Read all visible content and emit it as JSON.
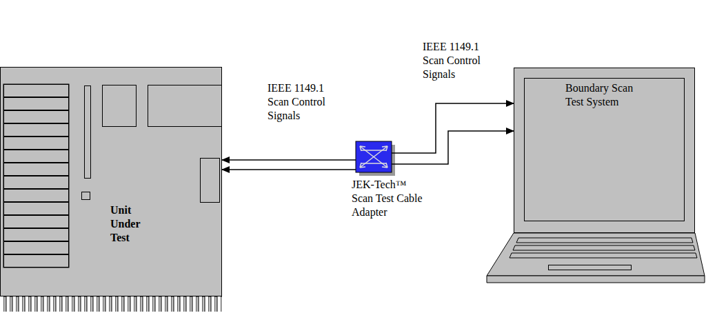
{
  "diagram": {
    "nodes": [
      {
        "text": [
          "Unit Under Test"
        ]
      },
      {
        "text": [
          "JEK-Tech™ Scan Test Cable Adapter"
        ]
      },
      {
        "text": [
          "Boundary Scan Test System"
        ]
      }
    ],
    "edges": [
      {
        "from": 1,
        "to": 0,
        "arrow": "to"
      },
      {
        "from": 1,
        "to": 0,
        "arrow": "to"
      },
      {
        "from": 1,
        "to": 2,
        "arrow": "to"
      },
      {
        "from": 1,
        "to": 2,
        "arrow": "to"
      }
    ],
    "labels": [
      "IEEE 1149.1 Scan Control Signals",
      "IEEE 1149.1 Scan Control Signals"
    ]
  }
}
